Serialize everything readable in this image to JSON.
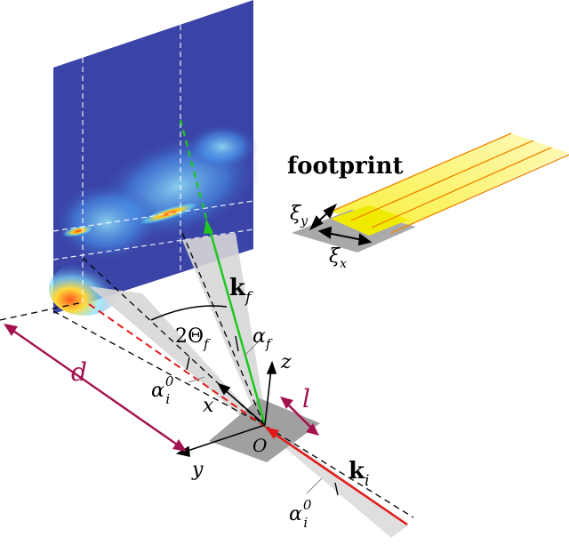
{
  "labels": {
    "footprint": "footprint",
    "xi_y": "ξ",
    "xi_y_sub": "y",
    "xi_x": "ξ",
    "xi_x_sub": "x",
    "kf": "k",
    "kf_sub": "f",
    "ki": "k",
    "ki_sub": "i",
    "two_theta": "2Θ",
    "two_theta_sub": "f",
    "alpha_f": "α",
    "alpha_f_sub": "f",
    "alpha_i_left": "α",
    "alpha_i_left_sub": "i",
    "alpha_i_left_sup": "0",
    "alpha_i_bottom": "α",
    "alpha_i_bottom_sub": "i",
    "alpha_i_bottom_sup": "0",
    "axis_x": "x",
    "axis_y": "y",
    "axis_z": "z",
    "origin": "O",
    "d": "d",
    "l": "l"
  },
  "colors": {
    "detector_bg": "#3c47a8",
    "kf_beam": "#1ec81e",
    "ki_beam": "#e31a1a",
    "dimension": "#a3124f",
    "sample": "#9a9a9a",
    "beam_shadow": "#d6d6d6",
    "footprint_yellow": "#f5f000",
    "footprint_edge": "#f08a00"
  }
}
